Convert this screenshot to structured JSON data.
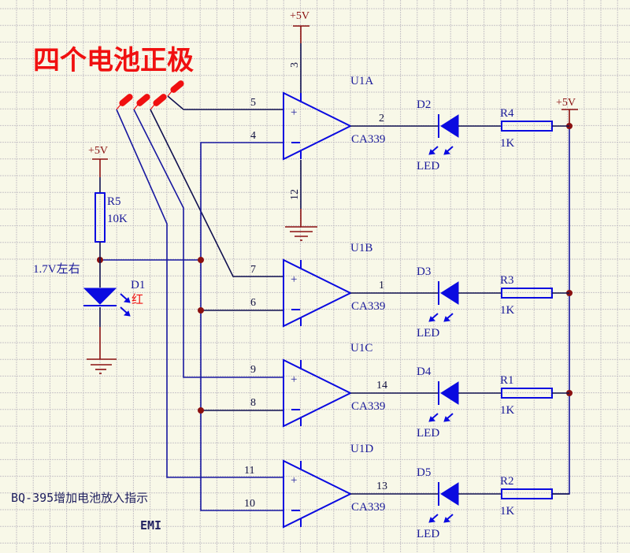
{
  "title": "四个电池正极",
  "footer": {
    "description": "BQ-395增加电池放入指示",
    "author": "EMI"
  },
  "power": {
    "vcc_label": "+5V"
  },
  "reference": {
    "resistor": {
      "ref": "R5",
      "value": "10K"
    },
    "voltage_note": "1.7V左右",
    "diode": {
      "ref": "D1",
      "color_note": "红"
    }
  },
  "chip": {
    "part": "CA339",
    "vcc_pin": "3",
    "gnd_pin": "12"
  },
  "channels": [
    {
      "unit": "U1A",
      "plus_pin": "5",
      "minus_pin": "4",
      "out_pin": "2",
      "led": "D2",
      "led_label": "LED",
      "resistor": "R4",
      "res_value": "1K"
    },
    {
      "unit": "U1B",
      "plus_pin": "7",
      "minus_pin": "6",
      "out_pin": "1",
      "led": "D3",
      "led_label": "LED",
      "resistor": "R3",
      "res_value": "1K"
    },
    {
      "unit": "U1C",
      "plus_pin": "9",
      "minus_pin": "8",
      "out_pin": "14",
      "led": "D4",
      "led_label": "LED",
      "resistor": "R1",
      "res_value": "1K"
    },
    {
      "unit": "U1D",
      "plus_pin": "11",
      "minus_pin": "10",
      "out_pin": "13",
      "led": "D5",
      "led_label": "LED",
      "resistor": "R2",
      "res_value": "1K"
    }
  ],
  "colors": {
    "background": "#f8f8e8",
    "wire": "#1818a0",
    "component": "#0a0ae0",
    "power": "#8a1010",
    "annotation": "#f01010"
  }
}
